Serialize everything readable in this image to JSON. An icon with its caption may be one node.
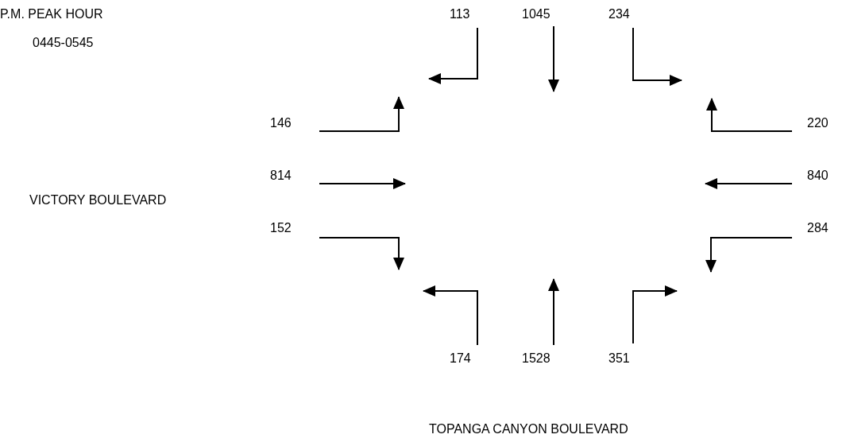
{
  "diagram": {
    "labels": [
      "P.M. PEAK HOUR",
      "0445-0545",
      "113",
      "1045",
      "234",
      "146",
      "220",
      "814",
      "840",
      "VICTORY BOULEVARD",
      "152",
      "284",
      "174",
      "1528",
      "351",
      "TOPANGA CANYON BOULEVARD"
    ]
  }
}
